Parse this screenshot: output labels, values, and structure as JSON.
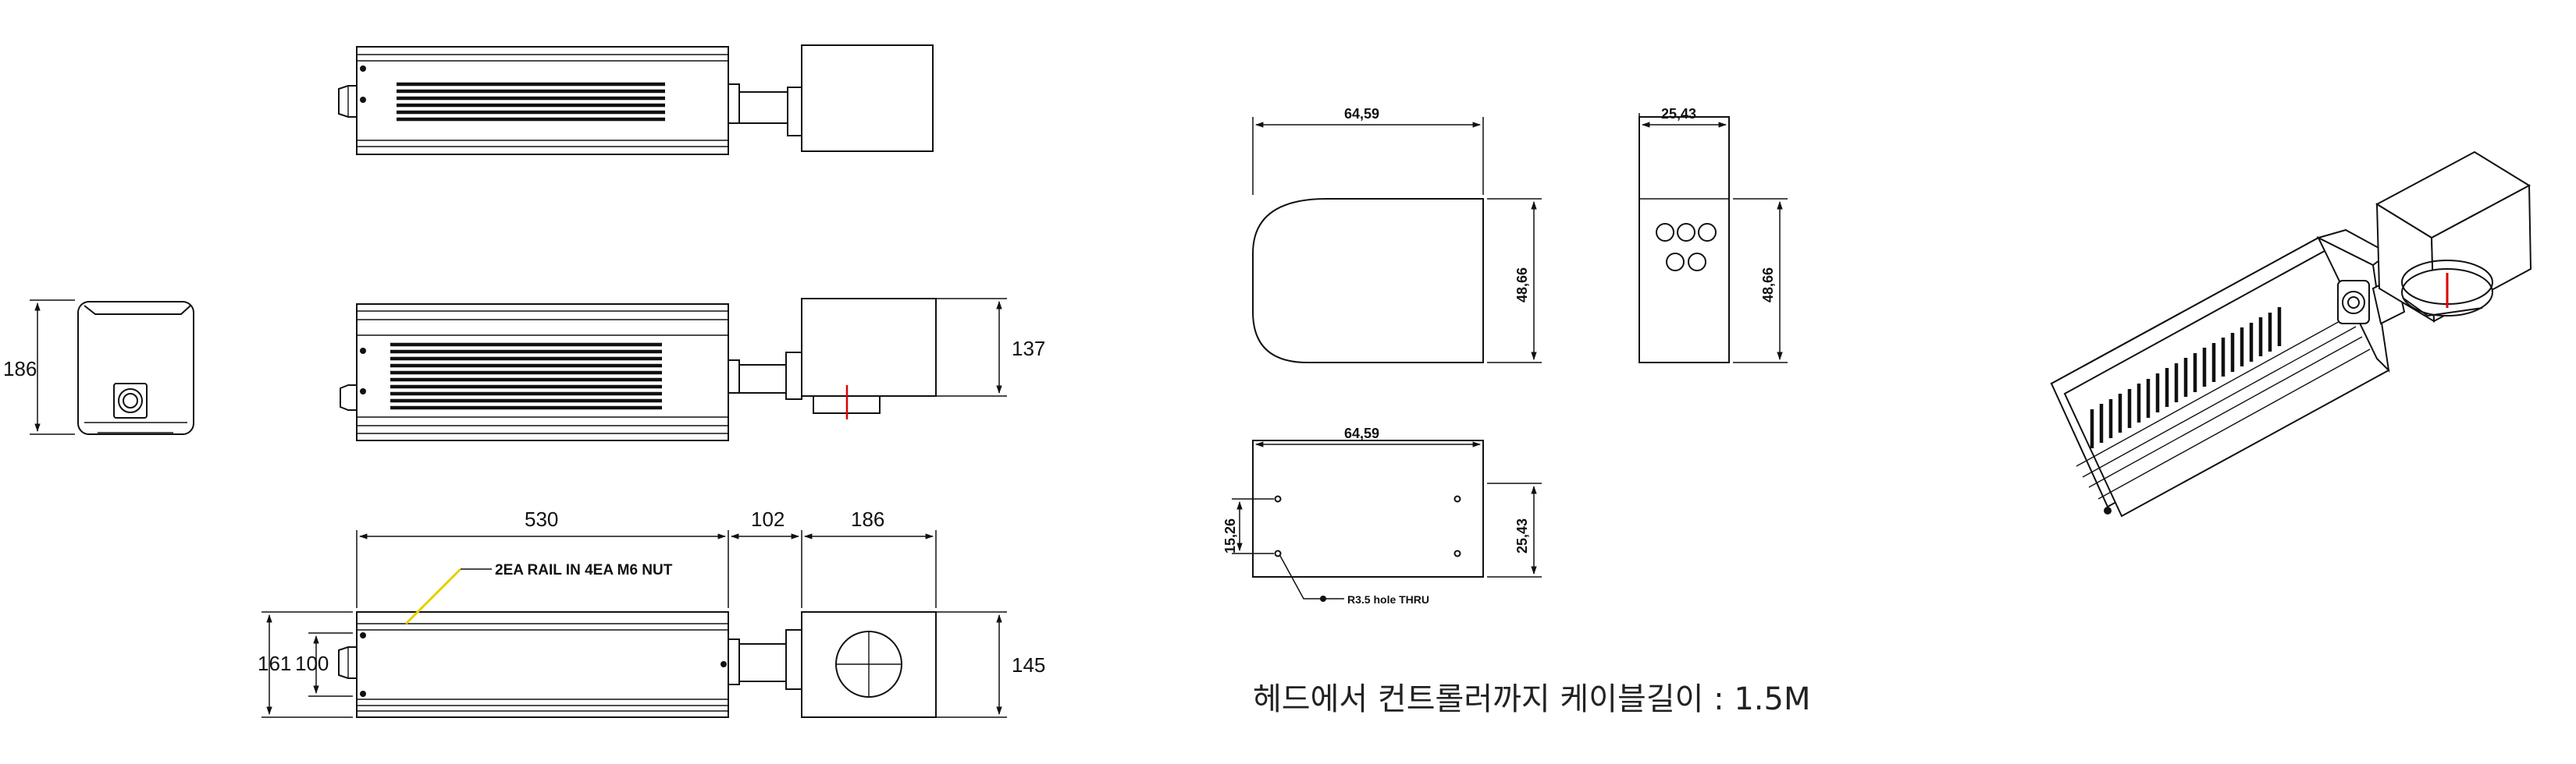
{
  "dims": {
    "front_height": "186",
    "side_height": "137",
    "length_body": "530",
    "length_neck": "102",
    "length_head": "186",
    "bottom_outer": "161",
    "bottom_inner": "100",
    "bottom_head": "145",
    "rail_note": "2EA RAIL IN 4EA M6 NUT",
    "part_a_width": "64,59",
    "part_a_height": "48,66",
    "part_b_width": "25,43",
    "part_b_height": "48,66",
    "part_c_width": "64,59",
    "part_c_height": "25,43",
    "part_c_hole_offset": "15,26",
    "hole_note": "R3.5 hole THRU"
  },
  "cable_note": "헤드에서 컨트롤러까지  케이블길이 : 1.5M"
}
